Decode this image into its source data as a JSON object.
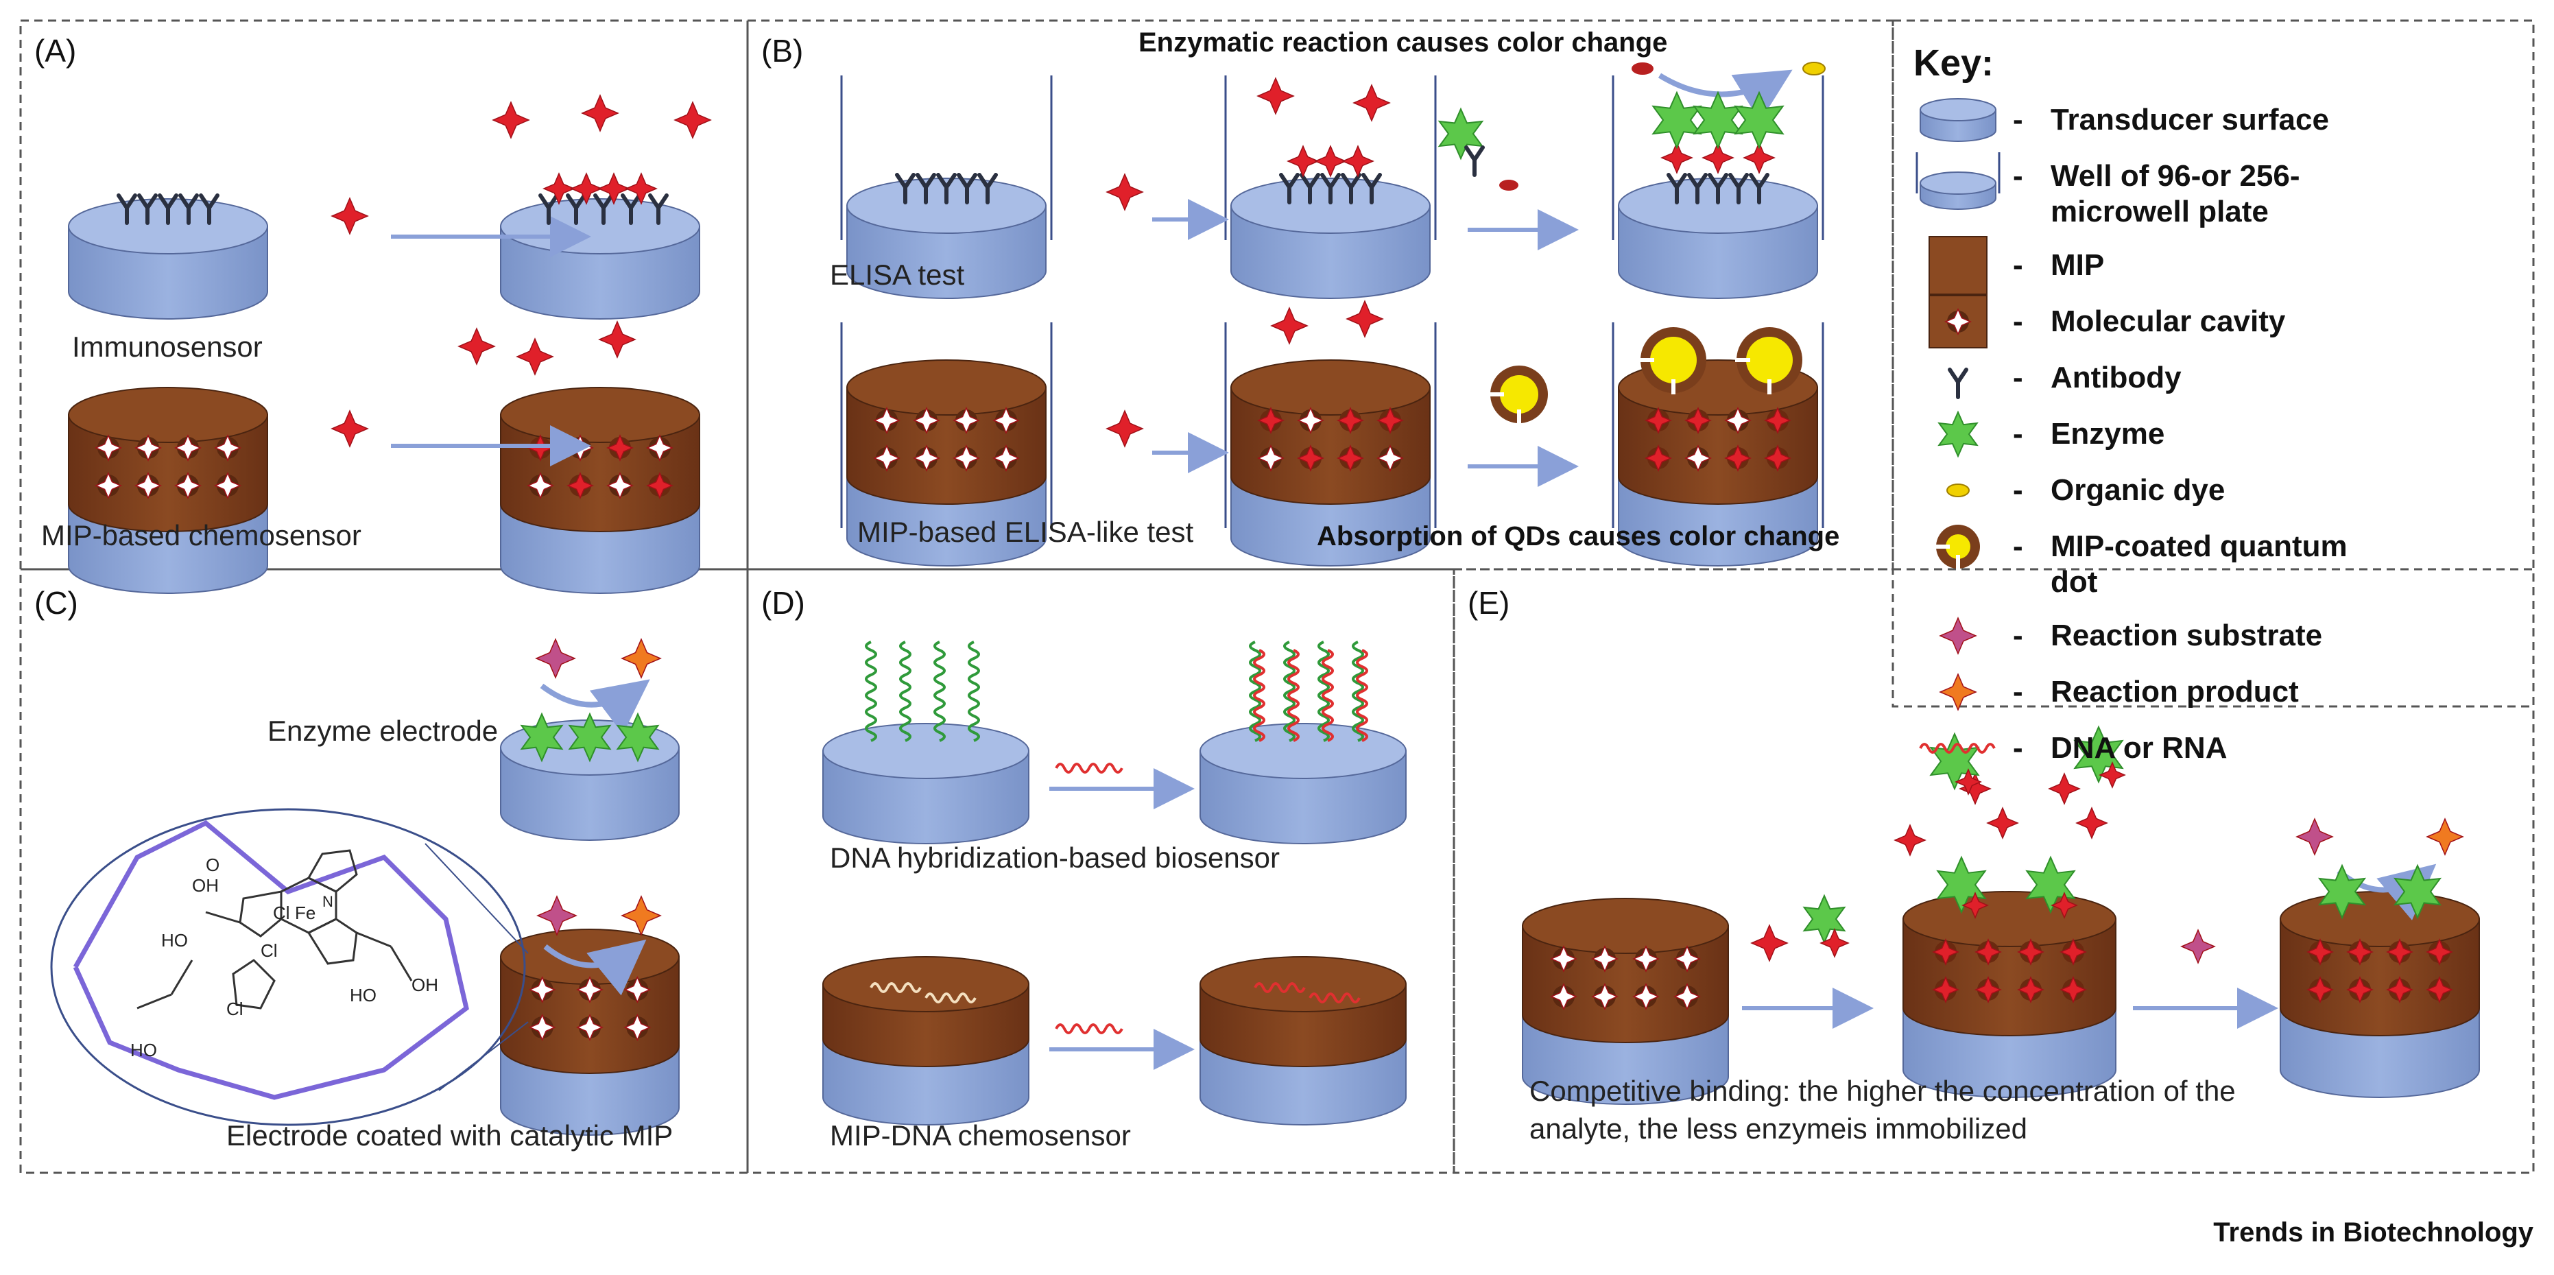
{
  "panels": {
    "a": {
      "tag": "(A)",
      "immunosensor": "Immunosensor",
      "mip_chemosensor": "MIP-based chemosensor"
    },
    "b": {
      "tag": "(B)",
      "top_caption": "Enzymatic reaction causes color change",
      "elisa": "ELISA test",
      "mip_elisa": "MIP-based ELISA-like test",
      "bottom_caption": "Absorption of QDs causes color change"
    },
    "c": {
      "tag": "(C)",
      "enzyme_electrode": "Enzyme electrode",
      "catalytic_mip": "Electrode coated with catalytic MIP"
    },
    "d": {
      "tag": "(D)",
      "dna_biosensor": "DNA hybridization-based biosensor",
      "mip_dna": "MIP-DNA chemosensor"
    },
    "e": {
      "tag": "(E)",
      "caption_line1": "Competitive binding: the higher the concentration of the",
      "caption_line2": "analyte, the less enzymeis immobilized"
    }
  },
  "key": {
    "title": "Key:",
    "items": [
      {
        "icon": "transducer-icon",
        "lines": [
          "Transducer surface"
        ]
      },
      {
        "icon": "well-icon",
        "lines": [
          "Well of 96-or 256-",
          "microwell plate"
        ]
      },
      {
        "icon": "mip-icon",
        "lines": [
          "MIP"
        ]
      },
      {
        "icon": "cavity-icon",
        "lines": [
          "Molecular cavity"
        ]
      },
      {
        "icon": "antibody-icon",
        "lines": [
          "Antibody"
        ]
      },
      {
        "icon": "enzyme-icon",
        "lines": [
          "Enzyme"
        ]
      },
      {
        "icon": "dye-icon",
        "lines": [
          "Organic dye"
        ]
      },
      {
        "icon": "quantum-dot-icon",
        "lines": [
          "MIP-coated quantum",
          "dot"
        ]
      },
      {
        "icon": "substrate-icon",
        "lines": [
          "Reaction substrate"
        ]
      },
      {
        "icon": "product-icon",
        "lines": [
          "Reaction product"
        ]
      },
      {
        "icon": "dna-icon",
        "lines": [
          "DNA or RNA"
        ]
      }
    ]
  },
  "chem": {
    "fe": "Fe",
    "cl": "Cl",
    "oh": "OH",
    "ho": "HO",
    "o": "O",
    "n": "N"
  },
  "branding": "Trends in Biotechnology",
  "colors": {
    "transducer": "#8fa8d8",
    "mip": "#7a3e1c",
    "analyte": "#e0202a",
    "enzyme": "#5cc84a",
    "arrow": "#8aa0d8",
    "border": "#555555"
  }
}
